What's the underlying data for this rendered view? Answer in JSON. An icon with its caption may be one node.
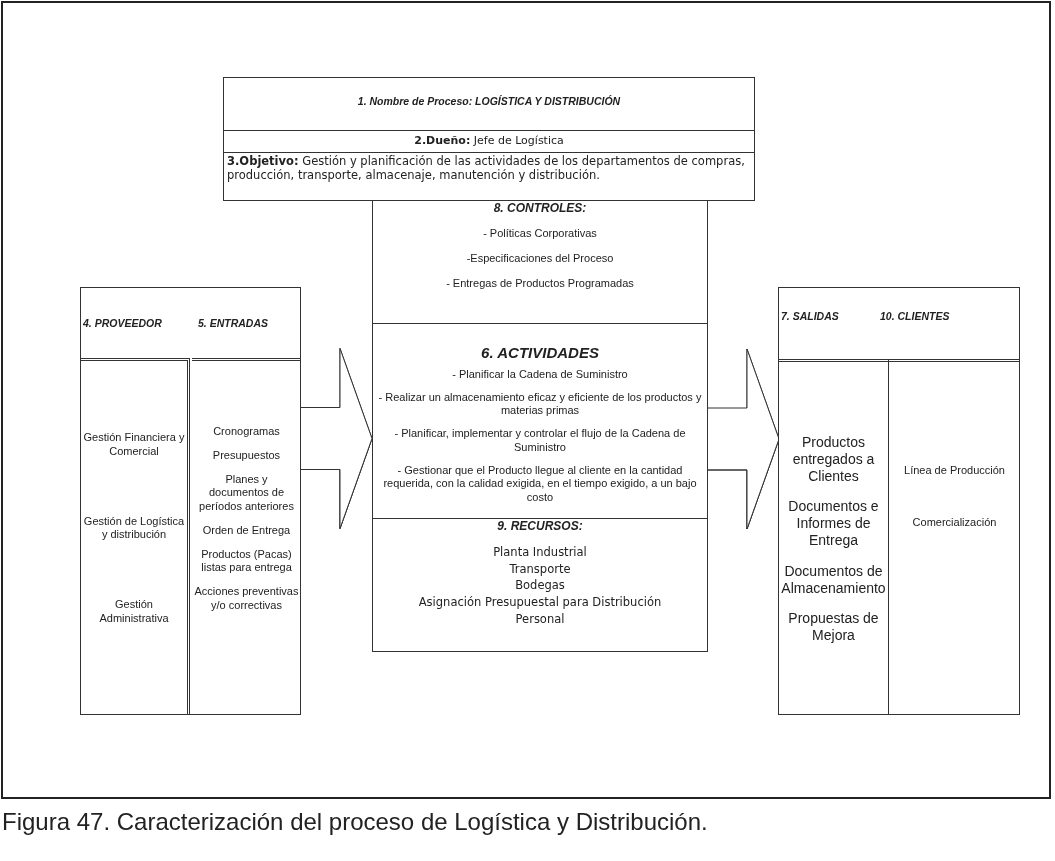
{
  "diagram": {
    "caption": "Figura 47. Caracterización del proceso de Logística y Distribución.",
    "nodes": [
      {
        "text": [
          "1. Nombre de Proceso: LOGÍSTICA Y DISTRIBUCIÓN"
        ]
      },
      {
        "text": [
          "**2.Dueño:** Jefe de Logística"
        ]
      },
      {
        "text": [
          "**3.Objetivo:** Gestión y planificación de las actividades de los departamentos de compras, producción, transporte, almacenaje, manutención y distribución."
        ]
      },
      {
        "text": [
          "8. CONTROLES:",
          "- Políticas Corporativas",
          "-Especificaciones del Proceso",
          "- Entregas de Productos Programadas"
        ]
      },
      {
        "text": [
          "6. ACTIVIDADES",
          "- Planificar la Cadena de Suministro",
          "- Realizar un almacenamiento eficaz y eficiente de los productos y materias primas",
          "- Planificar, implementar y controlar el flujo de la Cadena de Suministro",
          "- Gestionar que el Producto llegue al cliente en la cantidad requerida, con la calidad exigida, en el tiempo exigido, a un bajo costo"
        ]
      },
      {
        "text": [
          "9. RECURSOS:",
          "Planta Industrial",
          "Transporte",
          "Bodegas",
          "Asignación Presupuestal para Distribución",
          "Personal"
        ]
      },
      {
        "text": [
          "4. PROVEEDOR",
          "5. ENTRADAS"
        ]
      },
      {
        "text": [
          "Gestión Financiera y Comercial",
          "Gestión de Logística y distribución",
          "Gestión Administrativa"
        ],
        "in": 6
      },
      {
        "text": [
          "Cronogramas",
          "Presupuestos",
          "Planes y documentos de períodos anteriores",
          "Orden de Entrega",
          "Productos (Pacas) listas para entrega",
          "Acciones preventivas y/o correctivas"
        ],
        "in": 6
      },
      {
        "text": [
          "7. SALIDAS",
          "10. CLIENTES"
        ]
      },
      {
        "text": [
          "Productos entregados a Clientes",
          "Documentos e Informes de Entrega",
          "Documentos de Almacenamiento",
          "Propuestas de Mejora"
        ],
        "in": 9
      },
      {
        "text": [
          "Línea de Producción",
          "Comercialización"
        ],
        "in": 9
      }
    ],
    "edges": [
      {
        "from": 8,
        "to": 4,
        "arrow": "to"
      },
      {
        "from": 4,
        "to": 10,
        "arrow": "to"
      }
    ]
  }
}
